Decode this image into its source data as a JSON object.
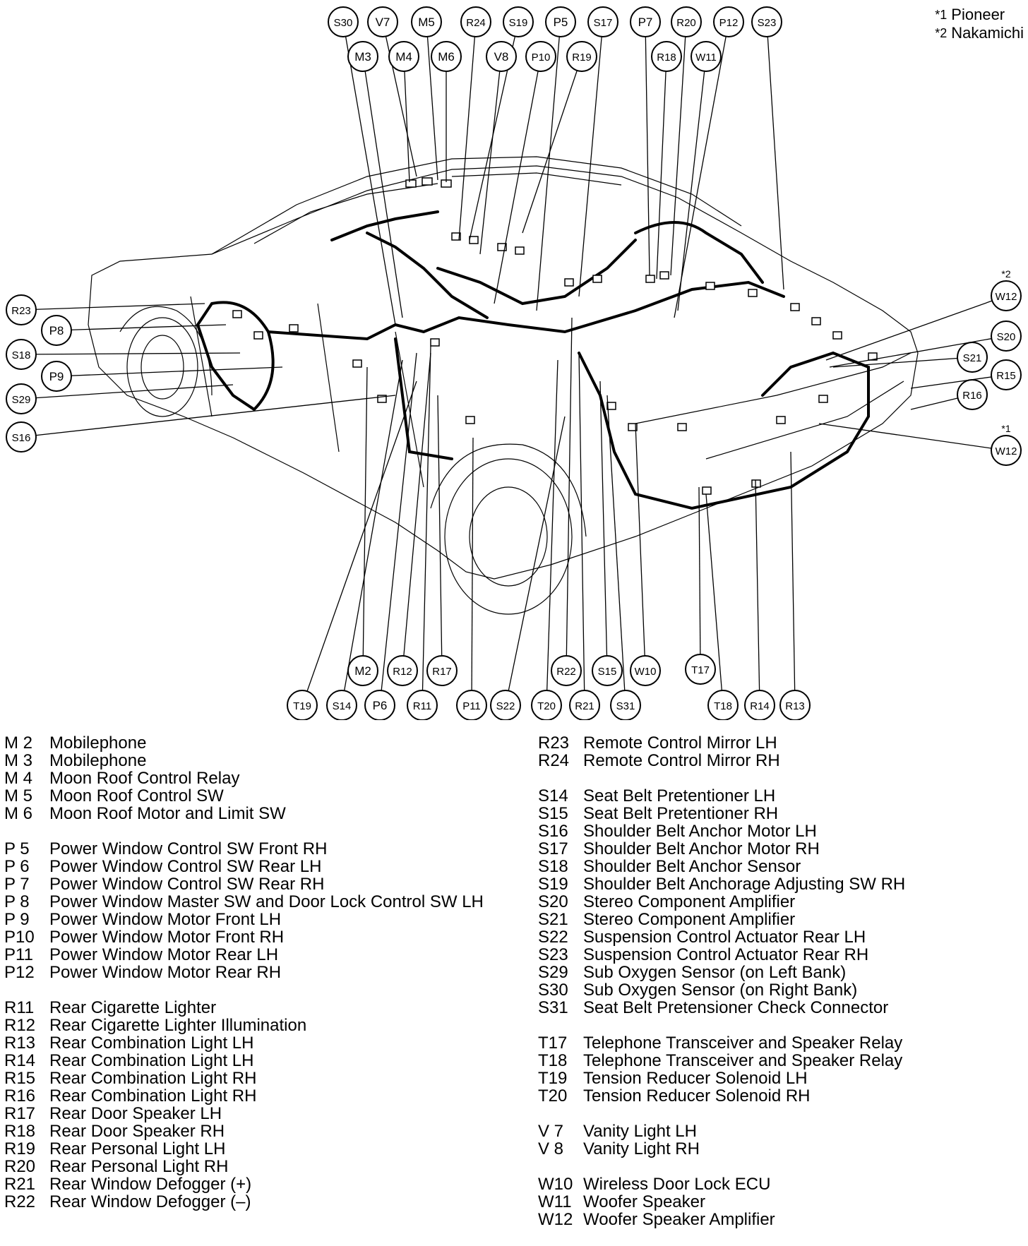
{
  "notes": [
    {
      "mark": "*1",
      "text": "Pioneer"
    },
    {
      "mark": "*2",
      "text": "Nakamichi"
    }
  ],
  "callouts": [
    {
      "id": "c-s30",
      "label": "S30"
    },
    {
      "id": "c-v7",
      "label": "V7"
    },
    {
      "id": "c-m5",
      "label": "M5"
    },
    {
      "id": "c-r24",
      "label": "R24"
    },
    {
      "id": "c-s19",
      "label": "S19"
    },
    {
      "id": "c-p5",
      "label": "P5"
    },
    {
      "id": "c-s17",
      "label": "S17"
    },
    {
      "id": "c-p7",
      "label": "P7"
    },
    {
      "id": "c-r20",
      "label": "R20"
    },
    {
      "id": "c-p12",
      "label": "P12"
    },
    {
      "id": "c-s23",
      "label": "S23"
    },
    {
      "id": "c-m3",
      "label": "M3"
    },
    {
      "id": "c-m4",
      "label": "M4"
    },
    {
      "id": "c-m6",
      "label": "M6"
    },
    {
      "id": "c-v8",
      "label": "V8"
    },
    {
      "id": "c-p10",
      "label": "P10"
    },
    {
      "id": "c-r19",
      "label": "R19"
    },
    {
      "id": "c-r18",
      "label": "R18"
    },
    {
      "id": "c-w11",
      "label": "W11"
    },
    {
      "id": "c-r23",
      "label": "R23"
    },
    {
      "id": "c-p8",
      "label": "P8"
    },
    {
      "id": "c-s18",
      "label": "S18"
    },
    {
      "id": "c-p9",
      "label": "P9"
    },
    {
      "id": "c-s29",
      "label": "S29"
    },
    {
      "id": "c-s16",
      "label": "S16"
    },
    {
      "id": "c-w12a",
      "label": "W12",
      "mark": "*2"
    },
    {
      "id": "c-s20",
      "label": "S20"
    },
    {
      "id": "c-s21",
      "label": "S21"
    },
    {
      "id": "c-r15",
      "label": "R15"
    },
    {
      "id": "c-r16",
      "label": "R16"
    },
    {
      "id": "c-w12b",
      "label": "W12",
      "mark": "*1"
    },
    {
      "id": "c-m2",
      "label": "M2"
    },
    {
      "id": "c-r12",
      "label": "R12"
    },
    {
      "id": "c-r17",
      "label": "R17"
    },
    {
      "id": "c-r22",
      "label": "R22"
    },
    {
      "id": "c-s15",
      "label": "S15"
    },
    {
      "id": "c-w10",
      "label": "W10"
    },
    {
      "id": "c-t17",
      "label": "T17"
    },
    {
      "id": "c-t19",
      "label": "T19"
    },
    {
      "id": "c-s14",
      "label": "S14"
    },
    {
      "id": "c-p6",
      "label": "P6"
    },
    {
      "id": "c-r11",
      "label": "R11"
    },
    {
      "id": "c-p11",
      "label": "P11"
    },
    {
      "id": "c-s22",
      "label": "S22"
    },
    {
      "id": "c-t20",
      "label": "T20"
    },
    {
      "id": "c-r21",
      "label": "R21"
    },
    {
      "id": "c-s31",
      "label": "S31"
    },
    {
      "id": "c-t18",
      "label": "T18"
    },
    {
      "id": "c-r14",
      "label": "R14"
    },
    {
      "id": "c-r13",
      "label": "R13"
    }
  ],
  "legend_left": [
    [
      {
        "code": "M 2",
        "desc": "Mobilephone"
      },
      {
        "code": "M 3",
        "desc": "Mobilephone"
      },
      {
        "code": "M 4",
        "desc": "Moon Roof Control Relay"
      },
      {
        "code": "M 5",
        "desc": "Moon Roof Control SW"
      },
      {
        "code": "M 6",
        "desc": "Moon Roof Motor and Limit SW"
      }
    ],
    [
      {
        "code": "P 5",
        "desc": "Power Window Control SW Front RH"
      },
      {
        "code": "P 6",
        "desc": "Power Window Control SW Rear LH"
      },
      {
        "code": "P 7",
        "desc": "Power Window Control SW Rear RH"
      },
      {
        "code": "P 8",
        "desc": "Power Window Master SW and Door Lock Control SW LH"
      },
      {
        "code": "P 9",
        "desc": "Power Window Motor Front LH"
      },
      {
        "code": "P10",
        "desc": "Power Window Motor Front RH"
      },
      {
        "code": "P11",
        "desc": "Power Window Motor Rear LH"
      },
      {
        "code": "P12",
        "desc": "Power Window Motor Rear RH"
      }
    ],
    [
      {
        "code": "R11",
        "desc": "Rear Cigarette Lighter"
      },
      {
        "code": "R12",
        "desc": "Rear Cigarette Lighter Illumination"
      },
      {
        "code": "R13",
        "desc": "Rear Combination Light LH"
      },
      {
        "code": "R14",
        "desc": "Rear Combination Light LH"
      },
      {
        "code": "R15",
        "desc": "Rear Combination Light RH"
      },
      {
        "code": "R16",
        "desc": "Rear Combination Light RH"
      },
      {
        "code": "R17",
        "desc": "Rear Door Speaker LH"
      },
      {
        "code": "R18",
        "desc": "Rear Door Speaker RH"
      },
      {
        "code": "R19",
        "desc": "Rear Personal Light LH"
      },
      {
        "code": "R20",
        "desc": "Rear Personal Light RH"
      },
      {
        "code": "R21",
        "desc": "Rear Window Defogger (+)"
      },
      {
        "code": "R22",
        "desc": "Rear Window Defogger (–)"
      }
    ]
  ],
  "legend_right": [
    [
      {
        "code": "R23",
        "desc": "Remote Control Mirror LH"
      },
      {
        "code": "R24",
        "desc": "Remote Control Mirror RH"
      }
    ],
    [
      {
        "code": "S14",
        "desc": "Seat Belt Pretentioner LH"
      },
      {
        "code": "S15",
        "desc": "Seat Belt Pretentioner RH"
      },
      {
        "code": "S16",
        "desc": "Shoulder Belt Anchor Motor LH"
      },
      {
        "code": "S17",
        "desc": "Shoulder Belt Anchor Motor RH"
      },
      {
        "code": "S18",
        "desc": "Shoulder Belt Anchor Sensor"
      },
      {
        "code": "S19",
        "desc": "Shoulder Belt Anchorage Adjusting SW RH"
      },
      {
        "code": "S20",
        "desc": "Stereo Component Amplifier"
      },
      {
        "code": "S21",
        "desc": "Stereo Component Amplifier"
      },
      {
        "code": "S22",
        "desc": "Suspension Control Actuator Rear LH"
      },
      {
        "code": "S23",
        "desc": "Suspension Control Actuator Rear RH"
      },
      {
        "code": "S29",
        "desc": "Sub Oxygen Sensor (on Left Bank)"
      },
      {
        "code": "S30",
        "desc": "Sub Oxygen Sensor (on Right Bank)"
      },
      {
        "code": "S31",
        "desc": "Seat Belt Pretensioner Check Connector"
      }
    ],
    [
      {
        "code": "T17",
        "desc": "Telephone Transceiver and Speaker Relay"
      },
      {
        "code": "T18",
        "desc": "Telephone Transceiver and Speaker Relay"
      },
      {
        "code": "T19",
        "desc": "Tension Reducer Solenoid LH"
      },
      {
        "code": "T20",
        "desc": "Tension Reducer Solenoid RH"
      }
    ],
    [
      {
        "code": "V 7",
        "desc": "Vanity Light LH"
      },
      {
        "code": "V 8",
        "desc": "Vanity Light RH"
      }
    ],
    [
      {
        "code": "W10",
        "desc": "Wireless Door Lock ECU"
      },
      {
        "code": "W11",
        "desc": "Woofer Speaker"
      },
      {
        "code": "W12",
        "desc": "Woofer Speaker Amplifier"
      }
    ]
  ]
}
